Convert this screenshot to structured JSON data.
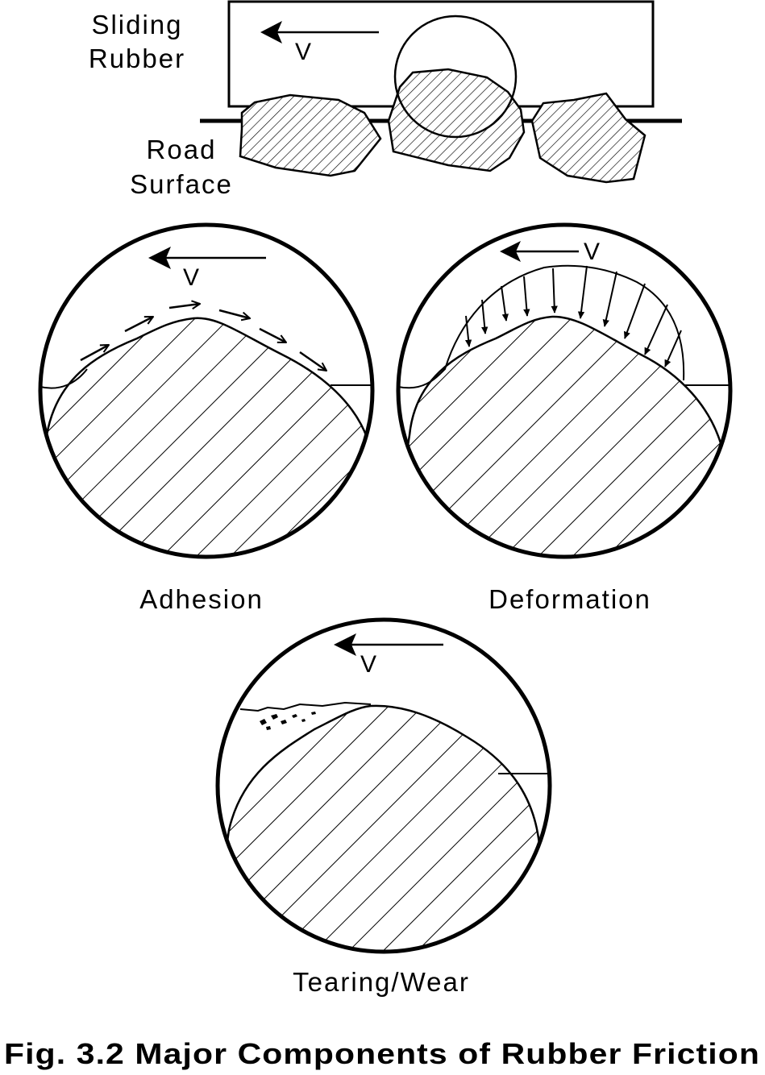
{
  "top_diagram": {
    "rubber_label_line1": "Sliding",
    "rubber_label_line2": "Rubber",
    "road_label_line1": "Road",
    "road_label_line2": "Surface",
    "velocity": "V"
  },
  "panels": {
    "adhesion": {
      "velocity": "V",
      "caption": "Adhesion"
    },
    "deformation": {
      "velocity": "V",
      "caption": "Deformation"
    },
    "tearing": {
      "velocity": "V",
      "caption": "Tearing/Wear"
    }
  },
  "figure_caption": "Fig. 3.2 Major Components of Rubber Friction"
}
